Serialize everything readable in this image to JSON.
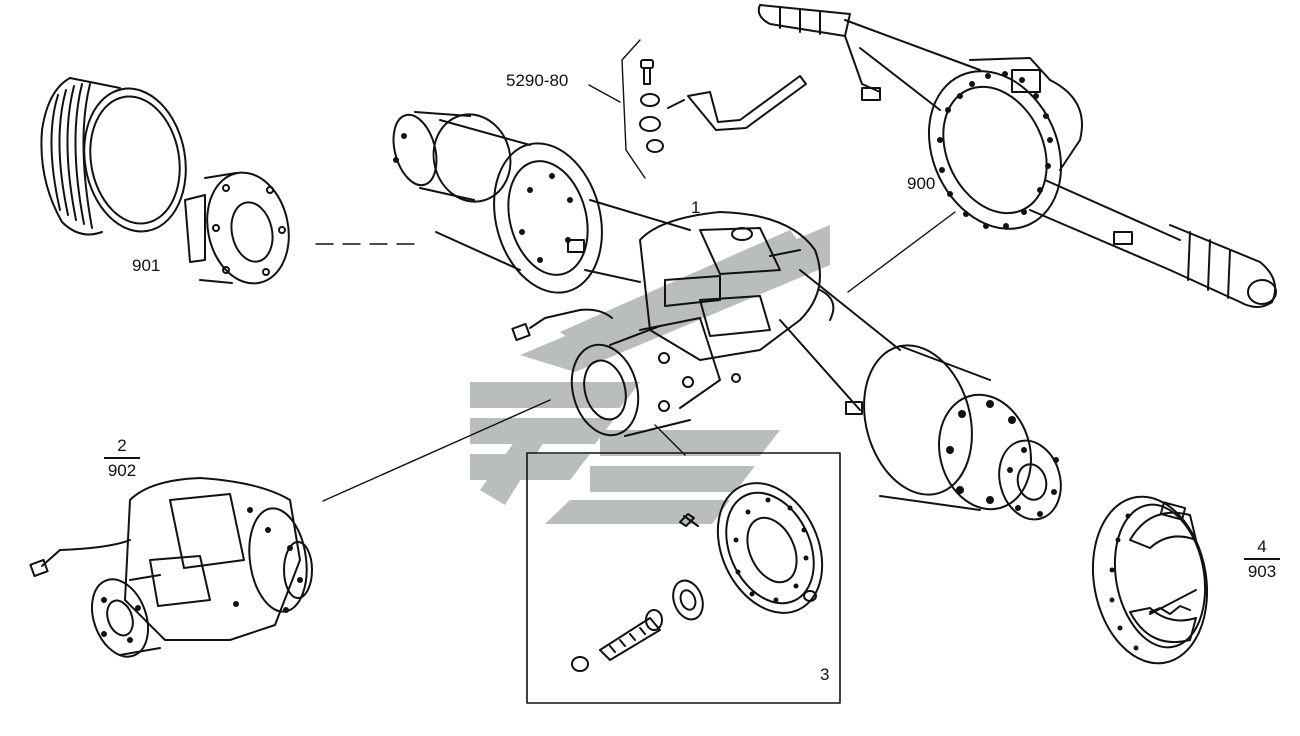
{
  "labels": {
    "main_axle": "1",
    "differential_top": "2",
    "differential_bottom": "902",
    "ring_pinion_kit": "3",
    "brake_top": "4",
    "brake_bottom": "903",
    "axle_housing": "900",
    "hub_drum": "901",
    "breather_kit": "5290-80"
  },
  "colors": {
    "line": "#111111",
    "watermark": "#b9bdbd"
  }
}
